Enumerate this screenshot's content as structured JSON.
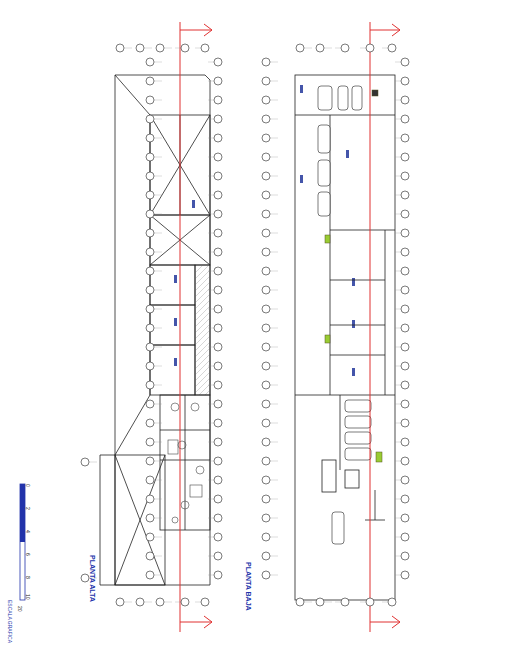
{
  "diagram": {
    "labels": [
      "PLANTA ALTA",
      "PLANTA BAJA",
      "ESCALA GRAFICA",
      "0",
      "2",
      "4",
      "6",
      "8",
      "10",
      "20"
    ]
  }
}
